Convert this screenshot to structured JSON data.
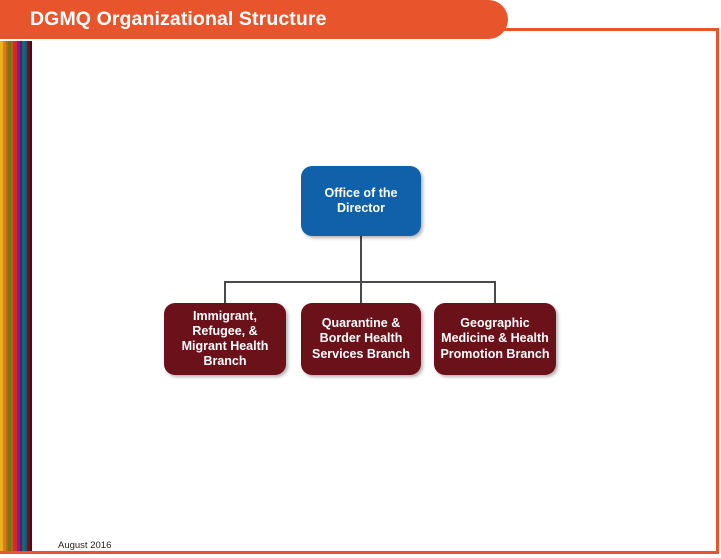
{
  "slide": {
    "title": "DGMQ Organizational Structure",
    "footer_date": "August 2016",
    "accent_color": "#E8552D",
    "root_color": "#1061AA",
    "branch_color": "#6B1119",
    "connector_color": "#4A4A4A"
  },
  "chart_data": {
    "type": "diagram",
    "diagram_kind": "org-chart",
    "title": "DGMQ Organizational Structure",
    "root": {
      "label": "Office of the Director",
      "color": "#1061AA"
    },
    "children": [
      {
        "label": "Immigrant, Refugee, & Migrant Health Branch",
        "color": "#6B1119"
      },
      {
        "label": "Quarantine & Border Health Services Branch",
        "color": "#6B1119"
      },
      {
        "label": "Geographic Medicine & Health Promotion Branch",
        "color": "#6B1119"
      }
    ]
  },
  "stripes": [
    {
      "color": "#E8B21E",
      "width": 3
    },
    {
      "color": "#E07A1E",
      "width": 3
    },
    {
      "color": "#B86A10",
      "width": 2
    },
    {
      "color": "#6E7B15",
      "width": 3
    },
    {
      "color": "#D4521F",
      "width": 2
    },
    {
      "color": "#C8341F",
      "width": 2
    },
    {
      "color": "#D9242B",
      "width": 2
    },
    {
      "color": "#7A2480",
      "width": 3
    },
    {
      "color": "#5B1A6E",
      "width": 2
    },
    {
      "color": "#1B6478",
      "width": 3
    },
    {
      "color": "#14586B",
      "width": 2
    },
    {
      "color": "#7A0E12",
      "width": 3
    },
    {
      "color": "#4B0A0D",
      "width": 2
    }
  ]
}
